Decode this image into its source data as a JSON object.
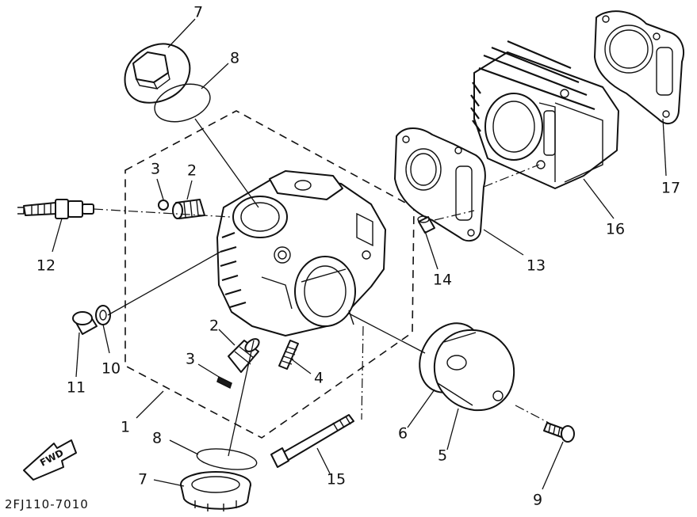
{
  "drawing_code": "2FJ110-7010",
  "fwd_label": "FWD",
  "callouts": [
    {
      "id": "c7a",
      "text": "7"
    },
    {
      "id": "c8a",
      "text": "8"
    },
    {
      "id": "c3a",
      "text": "3"
    },
    {
      "id": "c2a",
      "text": "2"
    },
    {
      "id": "c12",
      "text": "12"
    },
    {
      "id": "c10",
      "text": "10"
    },
    {
      "id": "c11",
      "text": "11"
    },
    {
      "id": "c2b",
      "text": "2"
    },
    {
      "id": "c3b",
      "text": "3"
    },
    {
      "id": "c4",
      "text": "4"
    },
    {
      "id": "c1",
      "text": "1"
    },
    {
      "id": "c8b",
      "text": "8"
    },
    {
      "id": "c7b",
      "text": "7"
    },
    {
      "id": "c15",
      "text": "15"
    },
    {
      "id": "c6",
      "text": "6"
    },
    {
      "id": "c5",
      "text": "5"
    },
    {
      "id": "c9",
      "text": "9"
    },
    {
      "id": "c14",
      "text": "14"
    },
    {
      "id": "c13",
      "text": "13"
    },
    {
      "id": "c16",
      "text": "16"
    },
    {
      "id": "c17",
      "text": "17"
    }
  ]
}
